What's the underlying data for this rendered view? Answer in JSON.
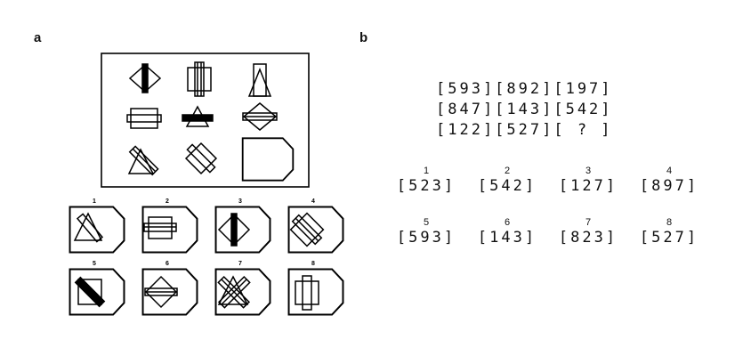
{
  "panel_a": {
    "label": "a",
    "option_numbers": [
      "1",
      "2",
      "3",
      "4",
      "5",
      "6",
      "7",
      "8"
    ]
  },
  "panel_b": {
    "label": "b",
    "matrix_rows": [
      "[593][892][197]",
      "[847][143][542]",
      "[122][527][ ? ]"
    ],
    "options": [
      {
        "number": "1",
        "value": "[523]"
      },
      {
        "number": "2",
        "value": "[542]"
      },
      {
        "number": "3",
        "value": "[127]"
      },
      {
        "number": "4",
        "value": "[897]"
      },
      {
        "number": "5",
        "value": "[593]"
      },
      {
        "number": "6",
        "value": "[143]"
      },
      {
        "number": "7",
        "value": "[823]"
      },
      {
        "number": "8",
        "value": "[527]"
      }
    ]
  }
}
